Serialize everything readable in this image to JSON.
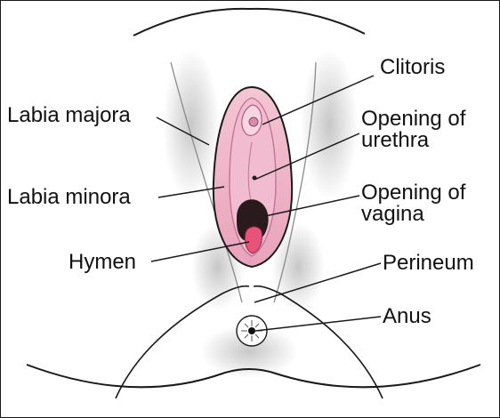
{
  "diagram": {
    "labels": {
      "clitoris": "Clitoris",
      "urethra_line1": "Opening of",
      "urethra_line2": "urethra",
      "vagina_line1": "Opening of",
      "vagina_line2": "vagina",
      "perineum": "Perineum",
      "anus": "Anus",
      "labia_majora": "Labia majora",
      "labia_minora": "Labia minora",
      "hymen": "Hymen"
    },
    "colors": {
      "outline": "#1a1a1a",
      "stipple": "#9a9a9a",
      "labia_fill": "#efb3c6",
      "labia_dark": "#d98aa6",
      "opening_dark": "#2a1a1e",
      "hymen_pink": "#e8537a",
      "label_text": "#111111",
      "background": "#ffffff"
    }
  }
}
